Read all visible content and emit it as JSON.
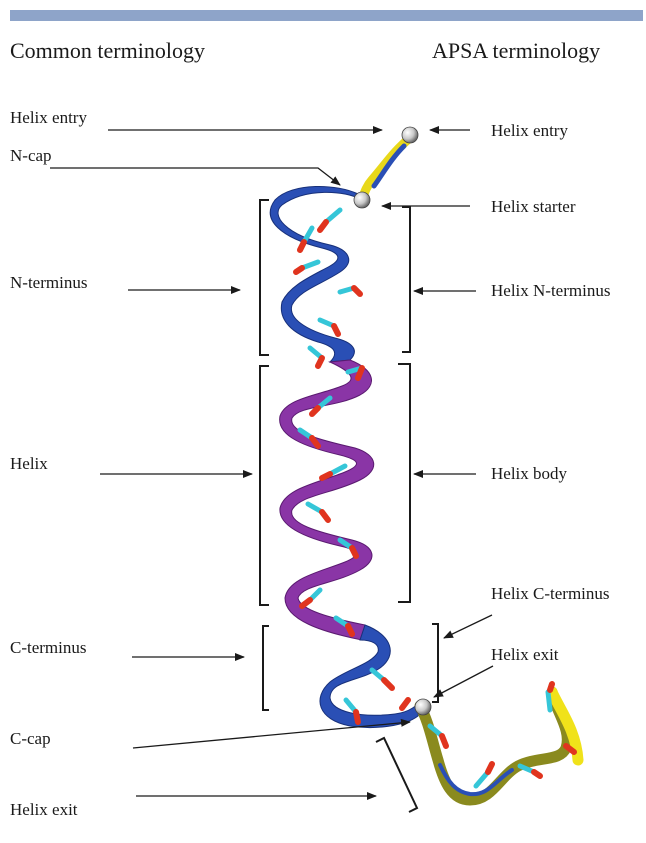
{
  "header": {
    "left_title": "Common terminology",
    "right_title": "APSA terminology"
  },
  "common_labels": {
    "helix_entry": "Helix entry",
    "n_cap": "N-cap",
    "n_terminus": "N-terminus",
    "helix": "Helix",
    "c_terminus": "C-terminus",
    "c_cap": "C-cap",
    "helix_exit": "Helix exit"
  },
  "apsa_labels": {
    "helix_entry": "Helix entry",
    "helix_starter": "Helix starter",
    "helix_n_terminus": "Helix N-terminus",
    "helix_body": "Helix body",
    "helix_c_terminus": "Helix C-terminus",
    "helix_exit": "Helix exit"
  },
  "colors": {
    "header_bar": "#8ea4c9",
    "n_terminal_ribbon": "#2a4fb5",
    "helix_body_ribbon": "#8a35a6",
    "c_terminal_ribbon": "#2a4fb5",
    "exit_coil": "#8a8a1e",
    "tail_coil": "#f0e21a",
    "side_chain_cyan": "#35c6d8",
    "side_chain_red": "#e0341e"
  }
}
